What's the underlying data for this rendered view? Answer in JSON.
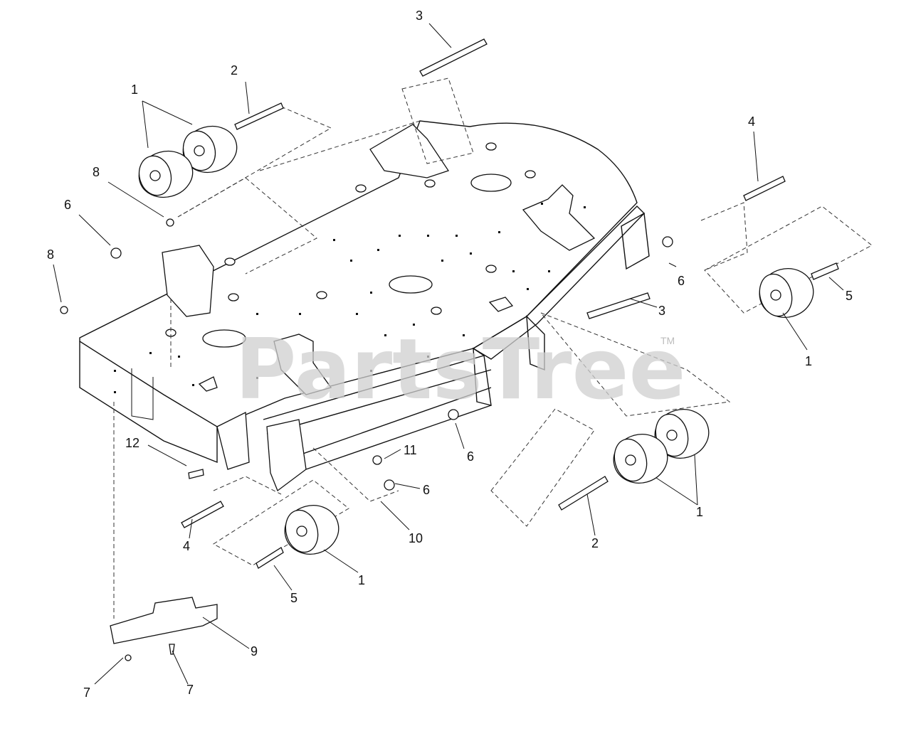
{
  "watermark": {
    "brand": "PartsTree",
    "trademark": "TM"
  },
  "callouts": [
    {
      "id": "c1a",
      "label": "1"
    },
    {
      "id": "c2a",
      "label": "2"
    },
    {
      "id": "c3a",
      "label": "3"
    },
    {
      "id": "c4a",
      "label": "4"
    },
    {
      "id": "c8a",
      "label": "8"
    },
    {
      "id": "c6a",
      "label": "6"
    },
    {
      "id": "c8b",
      "label": "8"
    },
    {
      "id": "c6b",
      "label": "6"
    },
    {
      "id": "c5a",
      "label": "5"
    },
    {
      "id": "c3b",
      "label": "3"
    },
    {
      "id": "c1b",
      "label": "1"
    },
    {
      "id": "c6c",
      "label": "6"
    },
    {
      "id": "c12",
      "label": "12"
    },
    {
      "id": "c11",
      "label": "11"
    },
    {
      "id": "c6d",
      "label": "6"
    },
    {
      "id": "c10",
      "label": "10"
    },
    {
      "id": "c4b",
      "label": "4"
    },
    {
      "id": "c2b",
      "label": "2"
    },
    {
      "id": "c1c",
      "label": "1"
    },
    {
      "id": "c5b",
      "label": "5"
    },
    {
      "id": "c1d",
      "label": "1"
    },
    {
      "id": "c9",
      "label": "9"
    },
    {
      "id": "c7a",
      "label": "7"
    },
    {
      "id": "c7b",
      "label": "7"
    }
  ]
}
